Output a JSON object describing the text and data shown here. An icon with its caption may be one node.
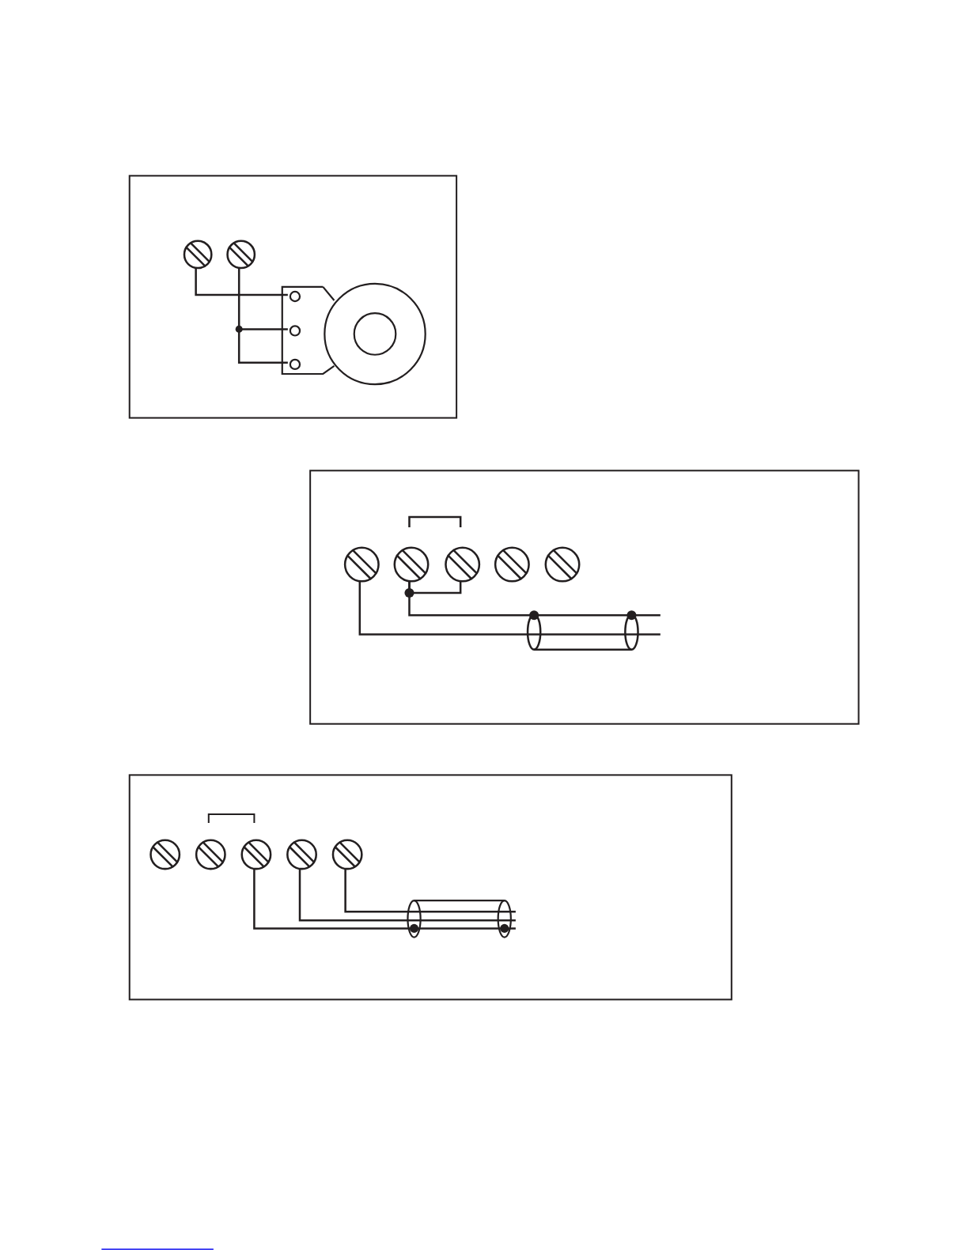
{
  "diagram": {
    "nodes": [
      {
        "text": [],
        "shape": "box"
      },
      {
        "text": [],
        "shape": "circle",
        "in": 0
      },
      {
        "text": [],
        "shape": "circle",
        "in": 0
      },
      {
        "text": [],
        "shape": "picture",
        "in": 0
      },
      {
        "text": [],
        "shape": "box"
      },
      {
        "text": [],
        "shape": "circle",
        "in": 4
      },
      {
        "text": [],
        "shape": "circle",
        "in": 4
      },
      {
        "text": [],
        "shape": "circle",
        "in": 4
      },
      {
        "text": [],
        "shape": "circle",
        "in": 4
      },
      {
        "text": [],
        "shape": "circle",
        "in": 4
      },
      {
        "text": [],
        "shape": "box"
      },
      {
        "text": [],
        "shape": "circle",
        "in": 10
      },
      {
        "text": [],
        "shape": "circle",
        "in": 10
      },
      {
        "text": [],
        "shape": "circle",
        "in": 10
      },
      {
        "text": [],
        "shape": "circle",
        "in": 10
      },
      {
        "text": [],
        "shape": "circle",
        "in": 10
      }
    ],
    "edges": [
      {
        "from": 1,
        "to": 3,
        "arrow": "none"
      },
      {
        "from": 2,
        "to": 3,
        "arrow": "none"
      },
      {
        "from": 5,
        "to": null,
        "arrow": "none"
      },
      {
        "from": 6,
        "to": 7,
        "arrow": "none"
      },
      {
        "from": 6,
        "to": null,
        "arrow": "none"
      },
      {
        "from": 13,
        "to": null,
        "arrow": "none"
      },
      {
        "from": 14,
        "to": null,
        "arrow": "none"
      },
      {
        "from": 15,
        "to": null,
        "arrow": "none"
      }
    ]
  }
}
